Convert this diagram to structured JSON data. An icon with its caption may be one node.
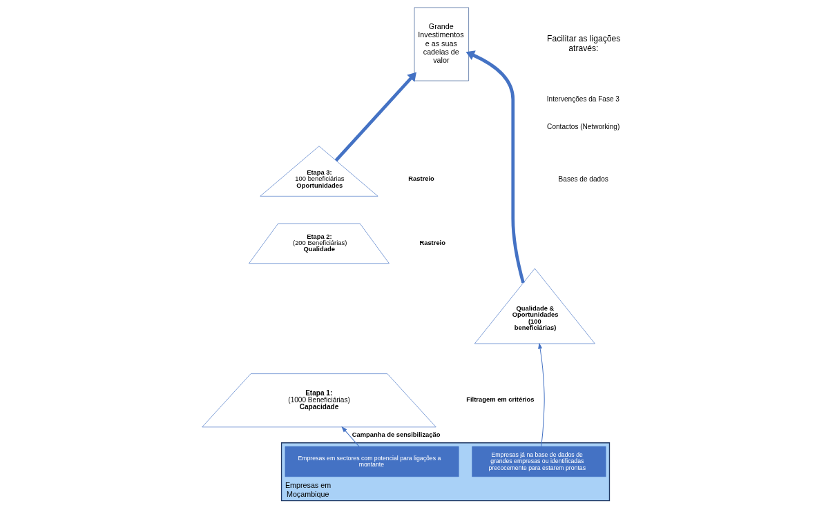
{
  "diagram": {
    "nodes": [
      {
        "text": [
          "Grande Investimentos e as suas cadeias de valor"
        ]
      },
      {
        "text": [
          "Etapa 3:",
          "100 beneficiárias",
          "Oportunidades"
        ]
      },
      {
        "text": [
          "Etapa 2:",
          "(200 Beneficiárias)",
          "Qualidade"
        ]
      },
      {
        "text": [
          "Etapa 1:",
          "(1000 Beneficiárias)",
          "Capacidade"
        ]
      },
      {
        "text": [
          "Qualidade & Oportunidades",
          "(100 beneficiárias)"
        ]
      },
      {
        "text": [
          "Empresas em Moçambique"
        ]
      },
      {
        "text": [
          "Empresas em sectores com potencial para ligações a montante"
        ],
        "in": 5
      },
      {
        "text": [
          "Empresas já na base de dados de grandes empresas ou identificadas precocemente para estarem prontas"
        ],
        "in": 5
      }
    ],
    "edges": [
      {
        "from": 1,
        "to": 0,
        "arrow": "to",
        "style": "thick"
      },
      {
        "from": 4,
        "to": 0,
        "arrow": "to",
        "style": "thick"
      },
      {
        "from": 6,
        "to": 3,
        "arrow": "to",
        "label": "Campanha de sensibilização"
      },
      {
        "from": 7,
        "to": 4,
        "arrow": "to"
      }
    ],
    "labels": [
      "Facilitar as ligações através:",
      "Intervenções da Fase 3",
      "Contactos (Networking)",
      "Bases de dados",
      "Rastreio",
      "Rastreio",
      "Filtragem em critérios"
    ]
  }
}
